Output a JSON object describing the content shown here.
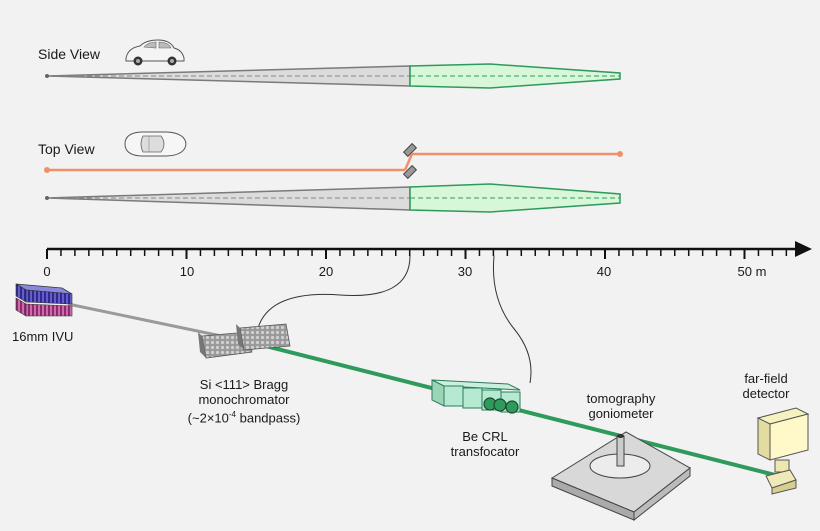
{
  "views": {
    "side_label": "Side View",
    "top_label": "Top View"
  },
  "axis": {
    "ticks": [
      "0",
      "10",
      "20",
      "30",
      "40",
      "50 m"
    ]
  },
  "components": {
    "source": "16mm IVU",
    "mono_line1": "Si <111> Bragg",
    "mono_line2": "monochromator",
    "mono_line3_prefix": "(~2×10",
    "mono_line3_exp": "-4",
    "mono_line3_suffix": " bandpass)",
    "crl_line1": "Be CRL",
    "crl_line2": "transfocator",
    "tomo_line1": "tomography",
    "tomo_line2": "goniometer",
    "det_line1": "far-field",
    "det_line2": "detector"
  },
  "colors": {
    "beam_grey": "#7a7a7a",
    "beam_green": "#2e9a5c",
    "beam_orange": "#f0906a",
    "focus_fill": "#d8f7d8"
  }
}
